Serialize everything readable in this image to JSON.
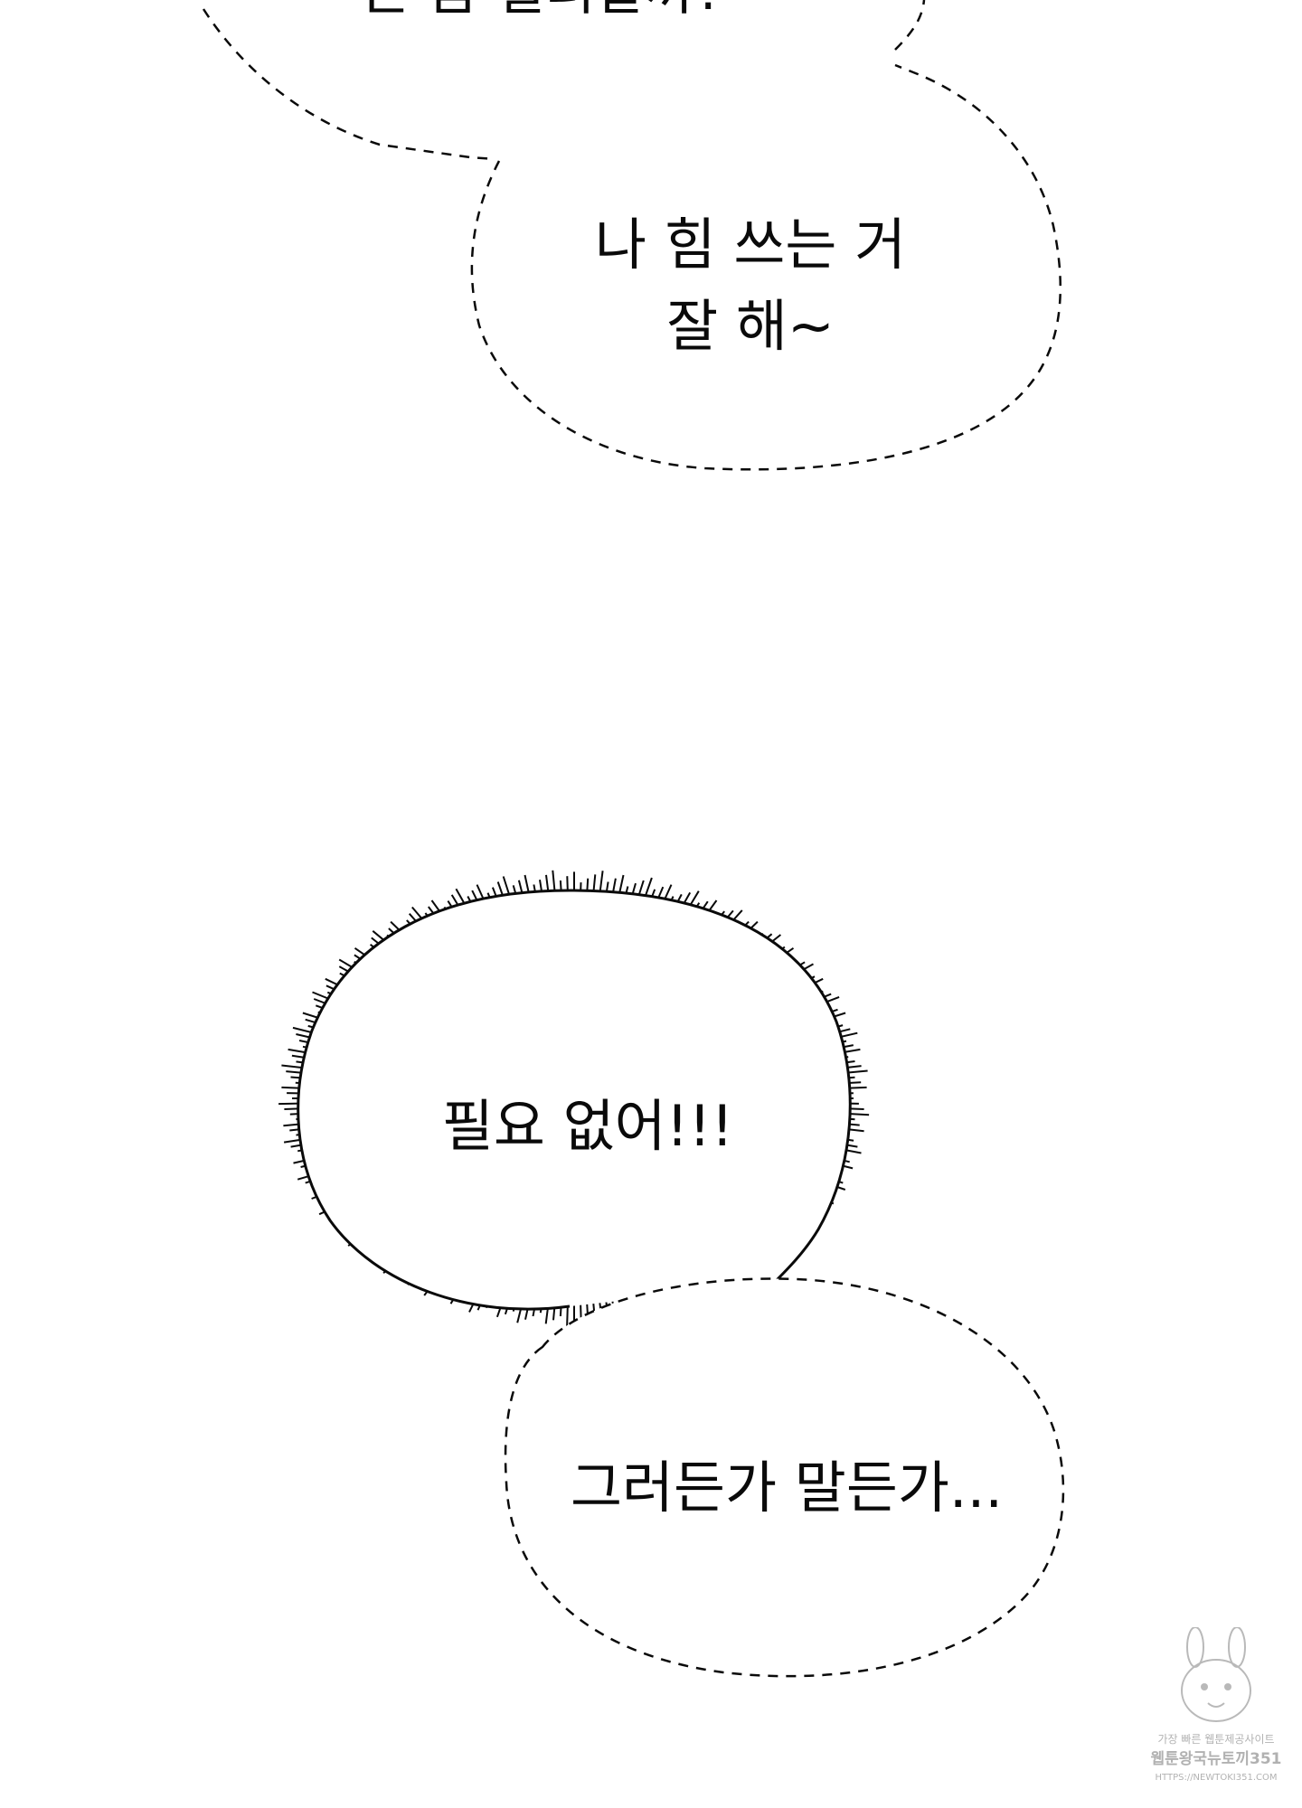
{
  "bubbles": {
    "top": {
      "text": "는 좀 빌려갈까?"
    },
    "speech2": {
      "line1": "나 힘 쓰는 거",
      "line2": "잘 해~"
    },
    "shout": {
      "text": "필요 없어!!!"
    },
    "bottom": {
      "text": "그러든가 말든가..."
    }
  },
  "watermark": {
    "line1": "가장 빠른 웹툰제공사이트",
    "line2": "웹툰왕국뉴토끼351",
    "line3": "HTTPS://NEWTOKI351.COM"
  },
  "colors": {
    "background": "#ffffff",
    "ink": "#0a0a0a"
  }
}
